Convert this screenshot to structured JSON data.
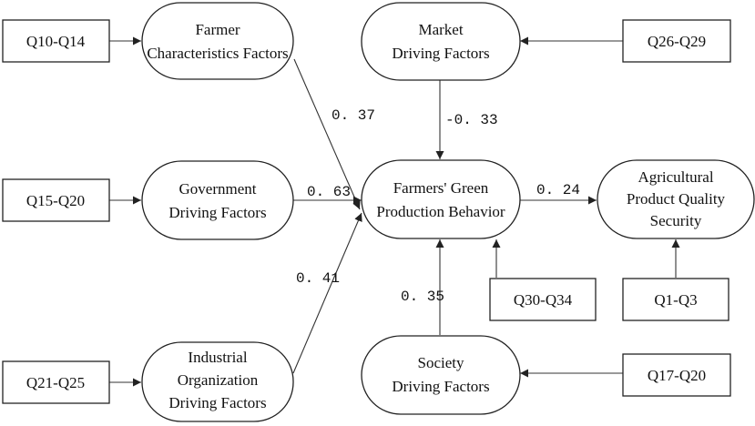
{
  "nodes": {
    "farmer_char": {
      "lines": [
        "Farmer",
        "Characteristics Factors"
      ]
    },
    "market": {
      "lines": [
        "Market",
        "Driving  Factors"
      ]
    },
    "government": {
      "lines": [
        "Government",
        "Driving Factors"
      ]
    },
    "green_behavior": {
      "lines": [
        "Farmers' Green",
        "Production Behavior"
      ]
    },
    "ag_security": {
      "lines": [
        "Agricultural",
        "Product Quality",
        "Security"
      ]
    },
    "industrial": {
      "lines": [
        "Industrial",
        "Organization",
        "Driving Factors"
      ]
    },
    "society": {
      "lines": [
        "Society",
        "Driving Factors"
      ]
    }
  },
  "boxes": {
    "q10_14": "Q10-Q14",
    "q26_29": "Q26-Q29",
    "q15_20": "Q15-Q20",
    "q30_34": "Q30-Q34",
    "q1_3": "Q1-Q3",
    "q21_25": "Q21-Q25",
    "q17_20": "Q17-Q20"
  },
  "coefficients": {
    "farmer_to_behavior": "0. 37",
    "market_to_behavior": "-0. 33",
    "government_to_behavior": "0. 63",
    "behavior_to_security": "0. 24",
    "industrial_to_behavior": "0. 41",
    "society_to_behavior": "0. 35"
  }
}
